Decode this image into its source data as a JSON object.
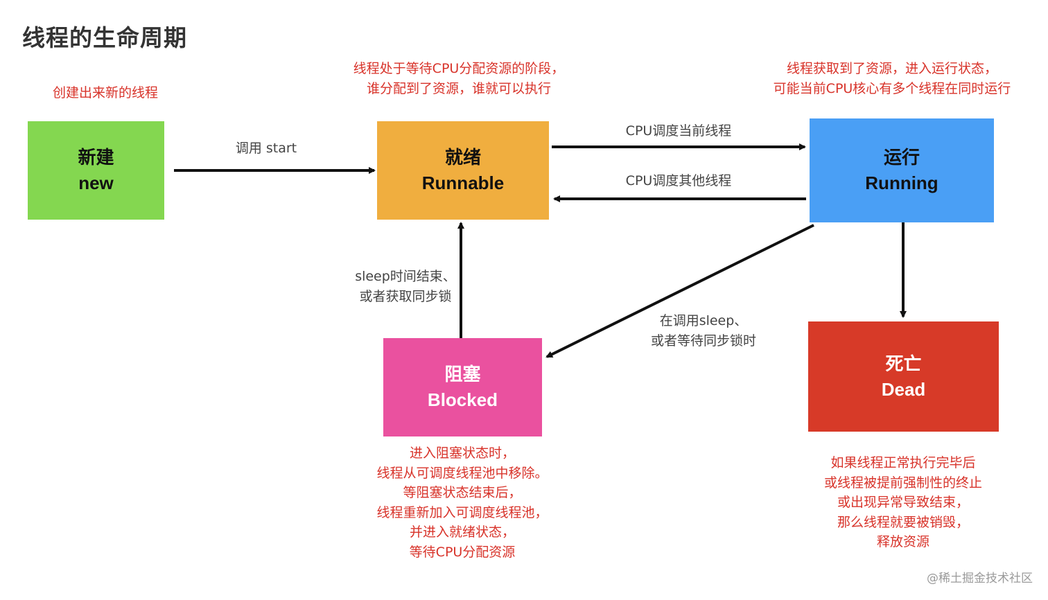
{
  "title": "线程的生命周期",
  "colors": {
    "new": "#84d750",
    "runnable": "#f0ae3f",
    "running": "#4a9ff5",
    "blocked": "#ea519f",
    "dead": "#d73a28",
    "note_red": "#d8332a",
    "arrow": "#111111"
  },
  "states": {
    "new": {
      "zh": "新建",
      "en": "new"
    },
    "runnable": {
      "zh": "就绪",
      "en": "Runnable"
    },
    "running": {
      "zh": "运行",
      "en": "Running"
    },
    "blocked": {
      "zh": "阻塞",
      "en": "Blocked"
    },
    "dead": {
      "zh": "死亡",
      "en": "Dead"
    }
  },
  "notes": {
    "new": [
      "创建出来新的线程"
    ],
    "runnable": [
      "线程处于等待CPU分配资源的阶段，",
      "谁分配到了资源，谁就可以执行"
    ],
    "running": [
      "线程获取到了资源，进入运行状态，",
      "可能当前CPU核心有多个线程在同时运行"
    ],
    "blocked": [
      "进入阻塞状态时，",
      "线程从可调度线程池中移除。",
      "等阻塞状态结束后，",
      "线程重新加入可调度线程池，",
      "并进入就绪状态，",
      "等待CPU分配资源"
    ],
    "dead": [
      "如果线程正常执行完毕后",
      "或线程被提前强制性的终止",
      "或出现异常导致结束，",
      "那么线程就要被销毁，",
      "释放资源"
    ]
  },
  "transitions": {
    "start": [
      "调用 start"
    ],
    "schedule": [
      "CPU调度当前线程"
    ],
    "yield": [
      "CPU调度其他线程"
    ],
    "wake": [
      "sleep时间结束、",
      "或者获取同步锁"
    ],
    "block": [
      "在调用sleep、",
      "或者等待同步锁时"
    ]
  },
  "watermark": "@稀土掘金技术社区"
}
